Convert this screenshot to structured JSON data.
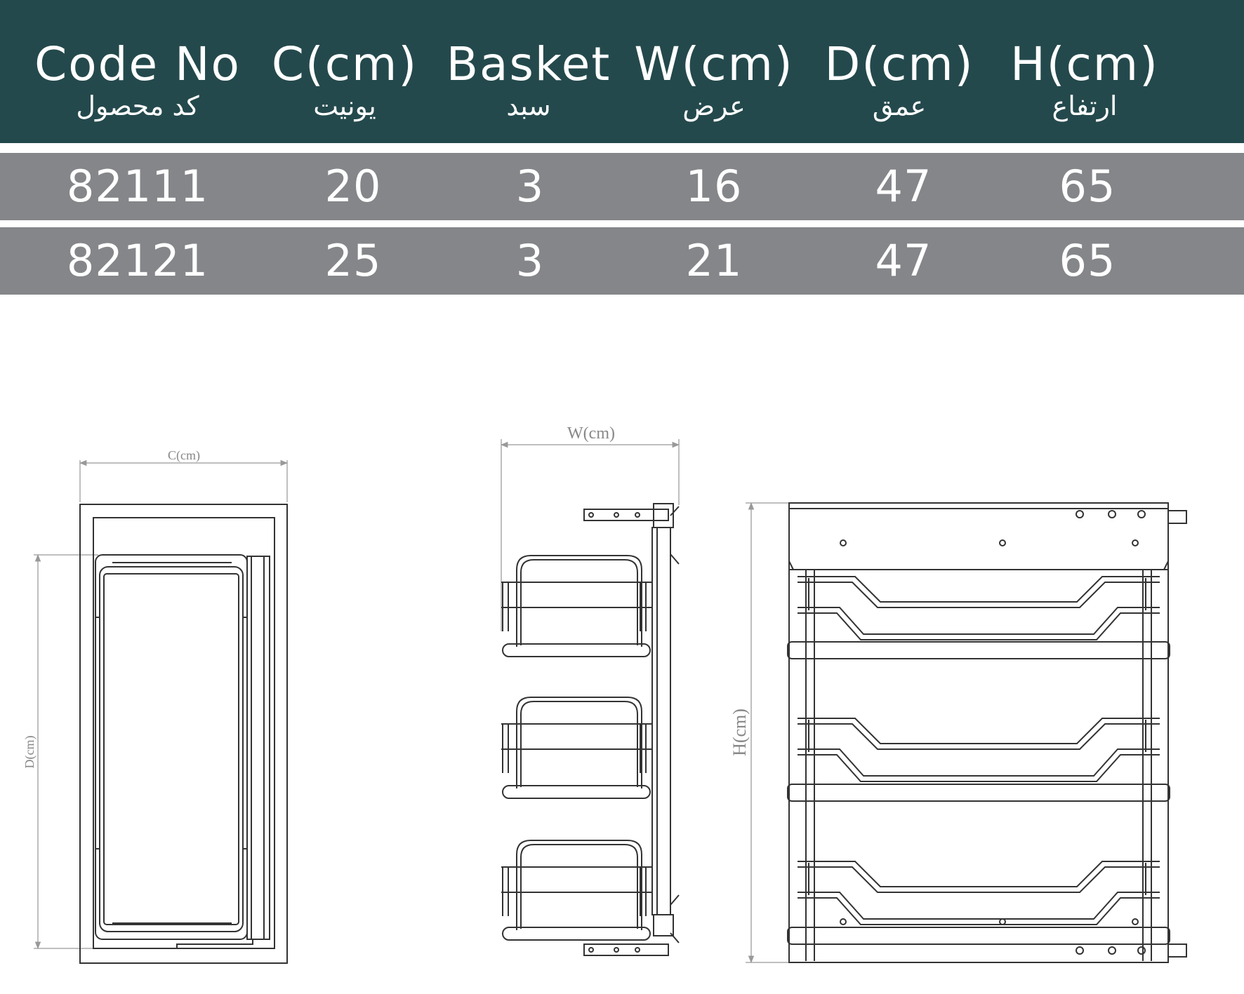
{
  "table": {
    "columns": [
      {
        "en": "Code No",
        "fa": "کد محصول"
      },
      {
        "en": "C(cm)",
        "fa": "یونیت"
      },
      {
        "en": "Basket",
        "fa": "سبد"
      },
      {
        "en": "W(cm)",
        "fa": "عرض"
      },
      {
        "en": "D(cm)",
        "fa": "عمق"
      },
      {
        "en": "H(cm)",
        "fa": "ارتفاع"
      }
    ],
    "rows": [
      [
        "82111",
        "20",
        "3",
        "16",
        "47",
        "65"
      ],
      [
        "82121",
        "25",
        "3",
        "21",
        "47",
        "65"
      ]
    ]
  },
  "drawings": {
    "top_view": {
      "width_label": "C(cm)",
      "depth_label": "D(cm)"
    },
    "side_view": {
      "width_label": "W(cm)"
    },
    "front_view": {
      "height_label": "H(cm)"
    }
  },
  "colors": {
    "header_bg": "#24494c",
    "row_bg": "#848689",
    "text": "#ffffff",
    "line": "#333333"
  }
}
